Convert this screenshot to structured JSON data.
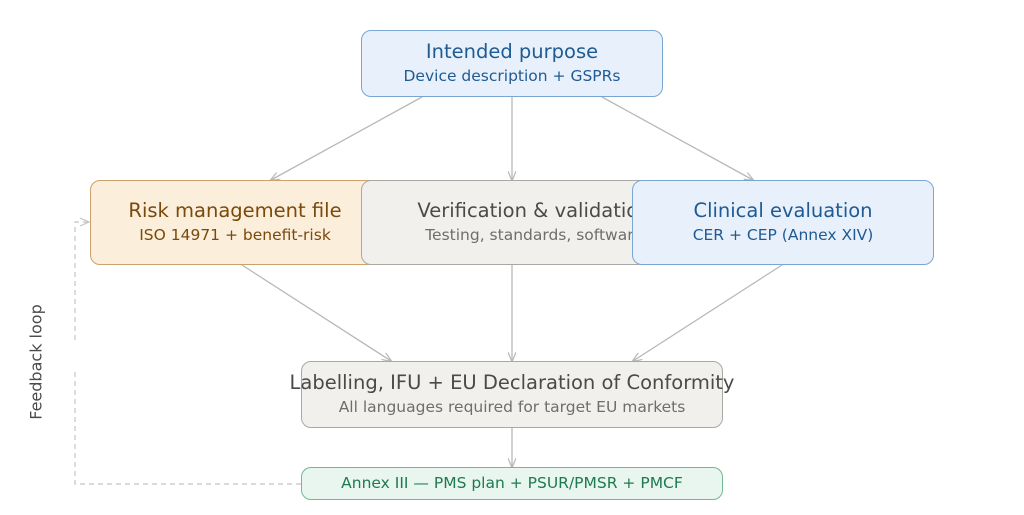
{
  "nodes": {
    "purpose": {
      "title": "Intended purpose",
      "subtitle": "Device description + GSPRs"
    },
    "risk": {
      "title": "Risk management file",
      "subtitle": "ISO 14971 + benefit-risk"
    },
    "verif": {
      "title": "Verification & validation",
      "subtitle": "Testing, standards, software"
    },
    "clinical": {
      "title": "Clinical evaluation",
      "subtitle": "CER + CEP (Annex XIV)"
    },
    "labelling": {
      "title": "Labelling, IFU + EU Declaration of Conformity",
      "subtitle": "All languages required for target EU markets"
    },
    "pms": {
      "title": "Annex III — PMS plan + PSUR/PMSR + PMCF"
    }
  },
  "feedback_label": "Feedback loop",
  "colors": {
    "blue": "#1f5a93",
    "orange": "#7a4a0c",
    "gray": "#4a4a4a",
    "green": "#1e7a4f",
    "arrow": "#b8b8b8"
  }
}
